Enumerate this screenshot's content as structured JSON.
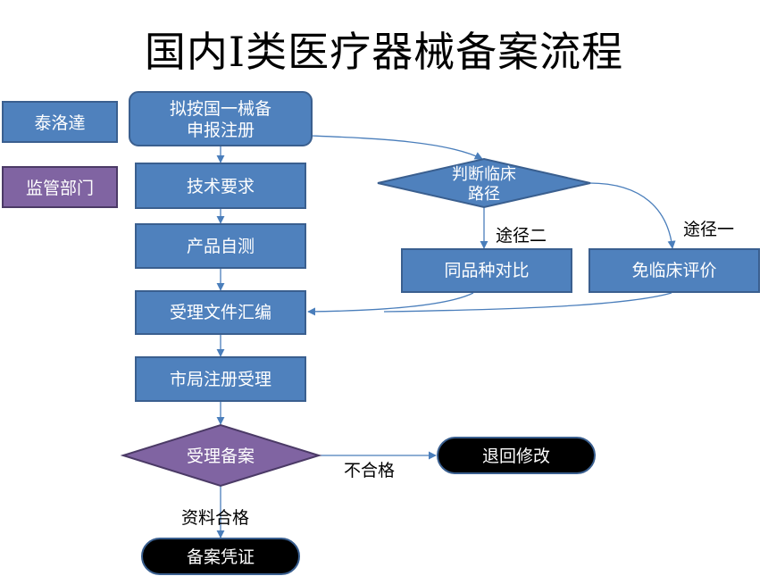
{
  "title": "国内Ⅰ类医疗器械备案流程",
  "legend": {
    "company": "泰洛達",
    "regulator": "监管部门"
  },
  "nodes": {
    "start": [
      "拟按国一械备",
      "申报注册"
    ],
    "tech": "技术要求",
    "selftest": "产品自测",
    "compile": "受理文件汇编",
    "accept": "市局注册受理",
    "decision": "受理备案",
    "reject": "退回修改",
    "cert": "备案凭证",
    "clinical": [
      "判断临床",
      "路径"
    ],
    "compare": "同品种对比",
    "exempt": "免临床评价"
  },
  "edge_labels": {
    "path2": "途径二",
    "path1": "途径一",
    "fail": "不合格",
    "pass": "资料合格"
  },
  "colors": {
    "blue": "#4f81bd",
    "purple": "#8064a2",
    "black": "#000000",
    "stroke": "#3a5f8f"
  }
}
